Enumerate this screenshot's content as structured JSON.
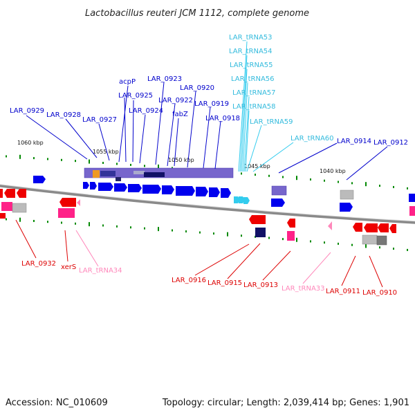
{
  "title": "Lactobacillus reuteri JCM 1112, complete genome",
  "footer": {
    "accession": "Accession: NC_010609",
    "summary": "Topology: circular; Length: 2,039,414 bp; Genes: 1,901"
  },
  "colors": {
    "forward_gene": "#0000ee",
    "reverse_gene": "#ee0000",
    "trna": "#33ccee",
    "reverse_trna": "#ff88bb",
    "operon": "#7766cc",
    "tick": "#008800"
  },
  "scale_labels": [
    "1060 kbp",
    "1055 kbp",
    "1050 kbp",
    "1045 kbp",
    "1040 kbp"
  ],
  "top_labels": [
    "LAR_tRNA53",
    "LAR_tRNA54",
    "LAR_tRNA55",
    "LAR_tRNA56",
    "LAR_tRNA57",
    "LAR_tRNA58",
    "LAR_tRNA59",
    "LAR_tRNA60",
    "LAR_0923",
    "acpP",
    "LAR_0920",
    "LAR_0925",
    "LAR_0922",
    "LAR_0919",
    "LAR_0929",
    "LAR_0924",
    "LAR_0928",
    "fabZ",
    "LAR_0918",
    "LAR_0927",
    "LAR_0914",
    "LAR_0912"
  ],
  "bottom_labels": [
    "LAR_0932",
    "xerS",
    "LAR_tRNA34",
    "LAR_0916",
    "LAR_0915",
    "LAR_0913",
    "LAR_tRNA33",
    "LAR_0911",
    "LAR_0910"
  ]
}
